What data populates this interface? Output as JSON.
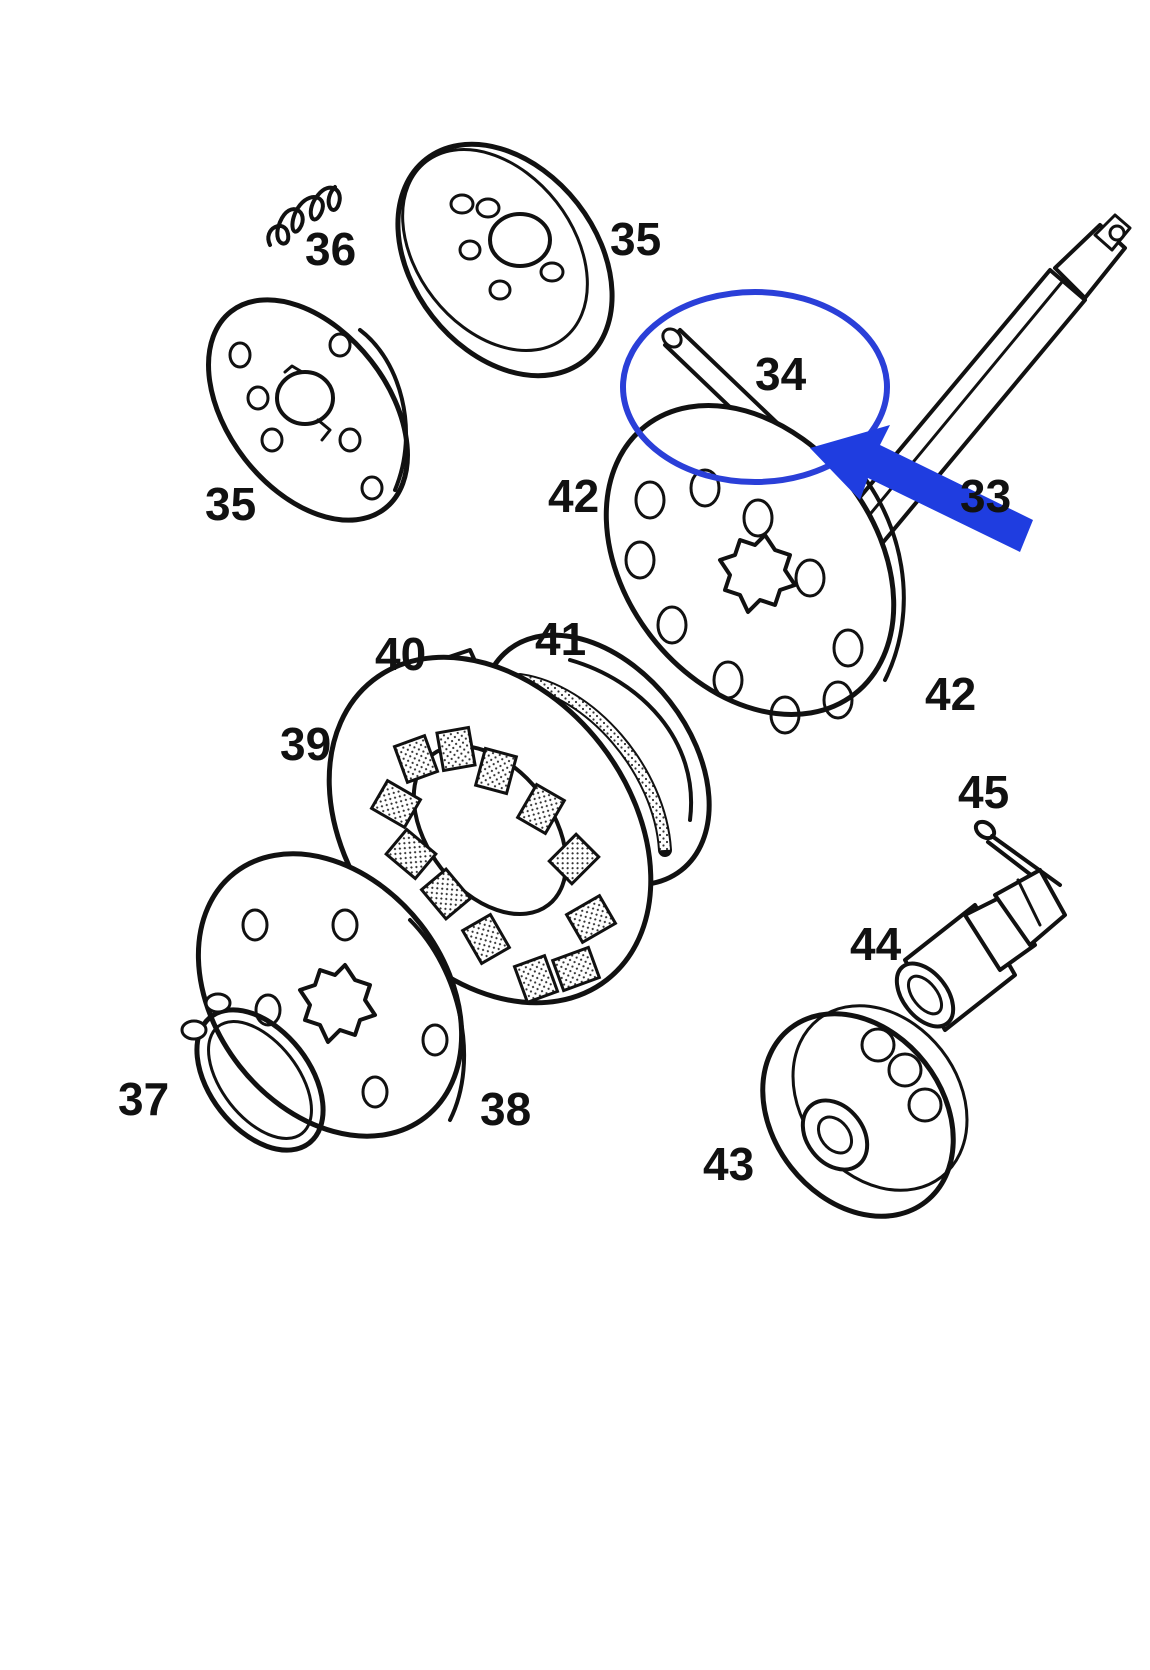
{
  "diagram": {
    "part_labels": {
      "p33": "33",
      "p34": "34",
      "p35_top": "35",
      "p35_left": "35",
      "p36": "36",
      "p37": "37",
      "p38": "38",
      "p39": "39",
      "p40": "40",
      "p41": "41",
      "p42_top": "42",
      "p42_right": "42",
      "p43": "43",
      "p44": "44",
      "p45": "45"
    },
    "highlight": {
      "target_part": "34",
      "circle_color": "#2a3fd8",
      "arrow_color": "#1f3de0"
    },
    "line_color": "#111111"
  }
}
